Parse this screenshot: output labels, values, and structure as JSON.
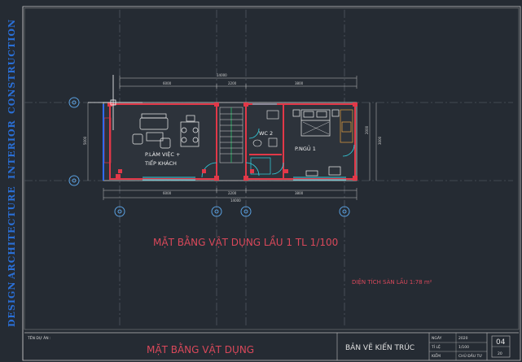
{
  "sidebar": {
    "words": [
      "DESIGN",
      "ARCHITECTURE",
      "INTERIOR",
      "CONSTRUCTION"
    ]
  },
  "drawing": {
    "title": "MẶT BẰNG VẬT DỤNG LẦU 1  TL 1/100",
    "area_note": "DIỆN TÍCH SÀN LẦU 1:78 m²",
    "rooms": {
      "office": "P.LÀM VIỆC +",
      "office_line2": "TIẾP KHÁCH",
      "wc": "WC 2",
      "bedroom": "P.NGỦ 1"
    },
    "dims_top": [
      "6000",
      "2200",
      "3800"
    ],
    "dim_total_top": "14000",
    "dims_bottom": [
      "6000",
      "2200",
      "3800"
    ],
    "dim_total_bottom": "14000",
    "dim_left": "5000",
    "dims_right": [
      "2000",
      "3000"
    ]
  },
  "title_block": {
    "project_label": "TÊN DỰ ÁN :",
    "sheet_title": "MẶT BẰNG VẬT DỤNG",
    "category": "BẢN VẼ KIẾN TRÚC",
    "fields": [
      {
        "label": "NGÀY",
        "value": "2020"
      },
      {
        "label": "TỈ LỆ",
        "value": "1/100"
      },
      {
        "label": "KIỂM",
        "value": "CHỦ ĐẦU TƯ"
      }
    ],
    "sheet_no": "04",
    "sheet_total": "20"
  },
  "colors": {
    "background": "#252b33",
    "wall": "#e23848",
    "frame": "#cfcfcf",
    "accent_blue": "#2a6fd6",
    "cyan": "#33d6e6",
    "title_red": "#d9485a"
  }
}
